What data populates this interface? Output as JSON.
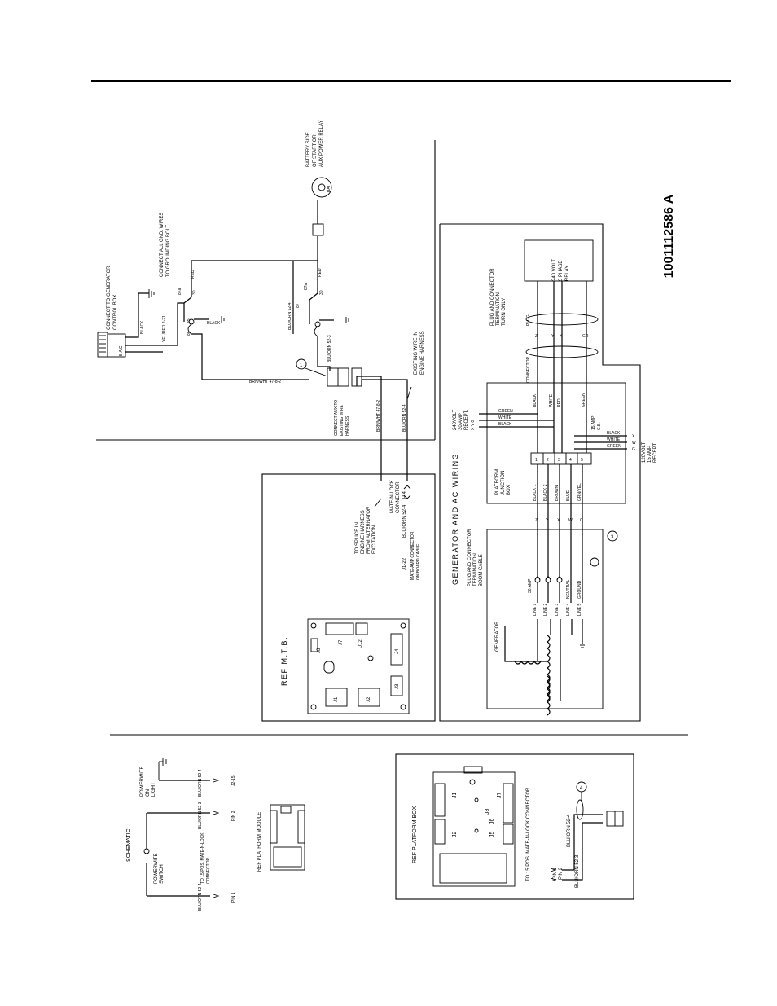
{
  "document": {
    "drawing_number": "1001112586 A"
  },
  "engine_section": {
    "connect_to_generator": "CONNECT TO GENERATOR",
    "control_box": "CONTROL BOX",
    "pins_bac": "B  A  C",
    "black": "BLACK",
    "yel_red": "YEL/RED 2-21",
    "connect_gnd_1": "CONNECT ALL GND. WIRES",
    "connect_gnd_2": "TO GROUNDING BOLT",
    "red_1": "RED",
    "red_2": "RED",
    "black_relay": "BLACK",
    "blu_orn_1": "BLU/ORN 52-4",
    "blu_orn_2": "BLU/ORN 52-3",
    "brn_wht": "BRN/WHT 47-8-2",
    "battery_1": "BATTERY SIDE",
    "battery_2": "OF START OR",
    "battery_3": "AUX POWER RELAY",
    "bat": "BAT",
    "connect_harness_1": "CONNECT AUX TO",
    "connect_harness_2": "EXISTING WIRE",
    "connect_harness_3": "HARNESS",
    "existing_wire_1": "EXISTING WIRE IN",
    "existing_wire_2": "ENGINE HARNESS",
    "brn_wht_2": "BRN/WHT 47-8-2",
    "blu_orn_3": "BLU/ORN 52-4",
    "relay_terms": [
      "87a",
      "87",
      "30",
      "85",
      "86"
    ],
    "callout_1": "1"
  },
  "mtb_section": {
    "title": "REF M.T.B.",
    "splice_1": "TO SPLICE IN",
    "splice_2": "ENGINE HARNESS",
    "splice_3": "FROM ALTERNATOR",
    "splice_4": "EXCITATION",
    "mate_lock_1": "MATE-N-LOCK",
    "mate_lock_2": "CONNECTOR",
    "blu_orn": "BLU/ORN 52-4",
    "pin": "P 4",
    "j1_22": "J1-22",
    "mate_amp_1": "MATE-AMP CONNECTOR",
    "mate_amp_2": "ON BOARD CABLE",
    "jacks": [
      "J1",
      "J2",
      "J3",
      "J4",
      "J7",
      "J12",
      "J8"
    ]
  },
  "ac_section": {
    "title": "GENERATOR AND AC WIRING",
    "plug_term_1": "PLUG AND CONNECTOR",
    "plug_term_2": "TERMINATION",
    "plug_term_3": "BOOM CABLE",
    "generator": "GENERATOR",
    "lines": [
      "LINE 1",
      "LINE 2",
      "LINE 3",
      "LINE 4",
      "LINE 5"
    ],
    "line4_label": "NEUTRAL",
    "line5_label": "GROUND",
    "amp30": "30 AMP",
    "boom_wires": [
      "BLACK 1",
      "BLACK 2",
      "BROWN",
      "BLUE",
      "GRN/YEL"
    ],
    "boom_pins": [
      "Z",
      "Y",
      "X",
      "W",
      "G"
    ],
    "junction_1": "PLATFORM",
    "junction_2": "JUNCTION",
    "junction_3": "BOX",
    "terminals": [
      "1",
      "2",
      "3",
      "4",
      "5"
    ],
    "upper_wires": [
      "BLACK",
      "WHITE",
      "RED",
      "GREEN"
    ],
    "upper_pins": [
      "Z",
      "Y",
      "X",
      "GR"
    ],
    "recept240_1": "240VOLT",
    "recept240_2": "30 AMP",
    "recept240_3": "RECEPT.",
    "recept240_pins": "X  Y  G",
    "recept240_wires": [
      "GREEN",
      "WHITE",
      "BLACK"
    ],
    "recept120_1": "120VOLT",
    "recept120_2": "15 AMP",
    "recept120_3": "RECEPT.",
    "recept120_wires": [
      "BLACK",
      "WHITE",
      "GREEN"
    ],
    "recept120_pins": [
      "X",
      "W",
      "G"
    ],
    "breaker": "15 AMP",
    "breaker_2": "C.B.",
    "plug_top_1": "PLUG AND CONNECTOR",
    "plug_top_2": "TERMINATION",
    "plug_top_3": "TURN ONLY",
    "plug_word": "PLUG",
    "connector_word": "CONNECTOR",
    "relay_1": "240 VOLT",
    "relay_2": "3 PHASE",
    "relay_3": "RELAY",
    "callout_3": "3"
  },
  "schematic_section": {
    "title": "SCHEMATIC",
    "powerwite_switch_1": "POWERWITE",
    "powerwite_switch_2": "SWITCH",
    "powerwite_light_1": "POWERWITE",
    "powerwite_light_2": "ON",
    "powerwite_light_3": "LIGHT",
    "j2_15": "J2-15",
    "blu_orn_a": "BLU/ORN 52-4",
    "blu_orn_b": "BLU/ORN 52-3",
    "blu_orn_c": "BLU/ORN 52-4",
    "pin2": "PIN 2",
    "pin1": "PIN 1",
    "to15_1": "TO 15 POS. MATE-N-LOCK",
    "to15_2": "CONNECTOR",
    "platform_module": "REF PLATFORM MODULE"
  },
  "platform_box_section": {
    "title": "REF PLATFORM BOX",
    "jacks": [
      "J1",
      "J2",
      "J5",
      "J6",
      "J7",
      "J8"
    ],
    "to15": "TO 15 POS. MATE-N-LOCK CONNECTOR",
    "pin1": "PIN 1",
    "pin2": "PIN 2",
    "blu_orn_a": "BLU/ORN 52-4",
    "blu_orn_b": "BLU/ORN 52-3",
    "callout_4": "4"
  }
}
